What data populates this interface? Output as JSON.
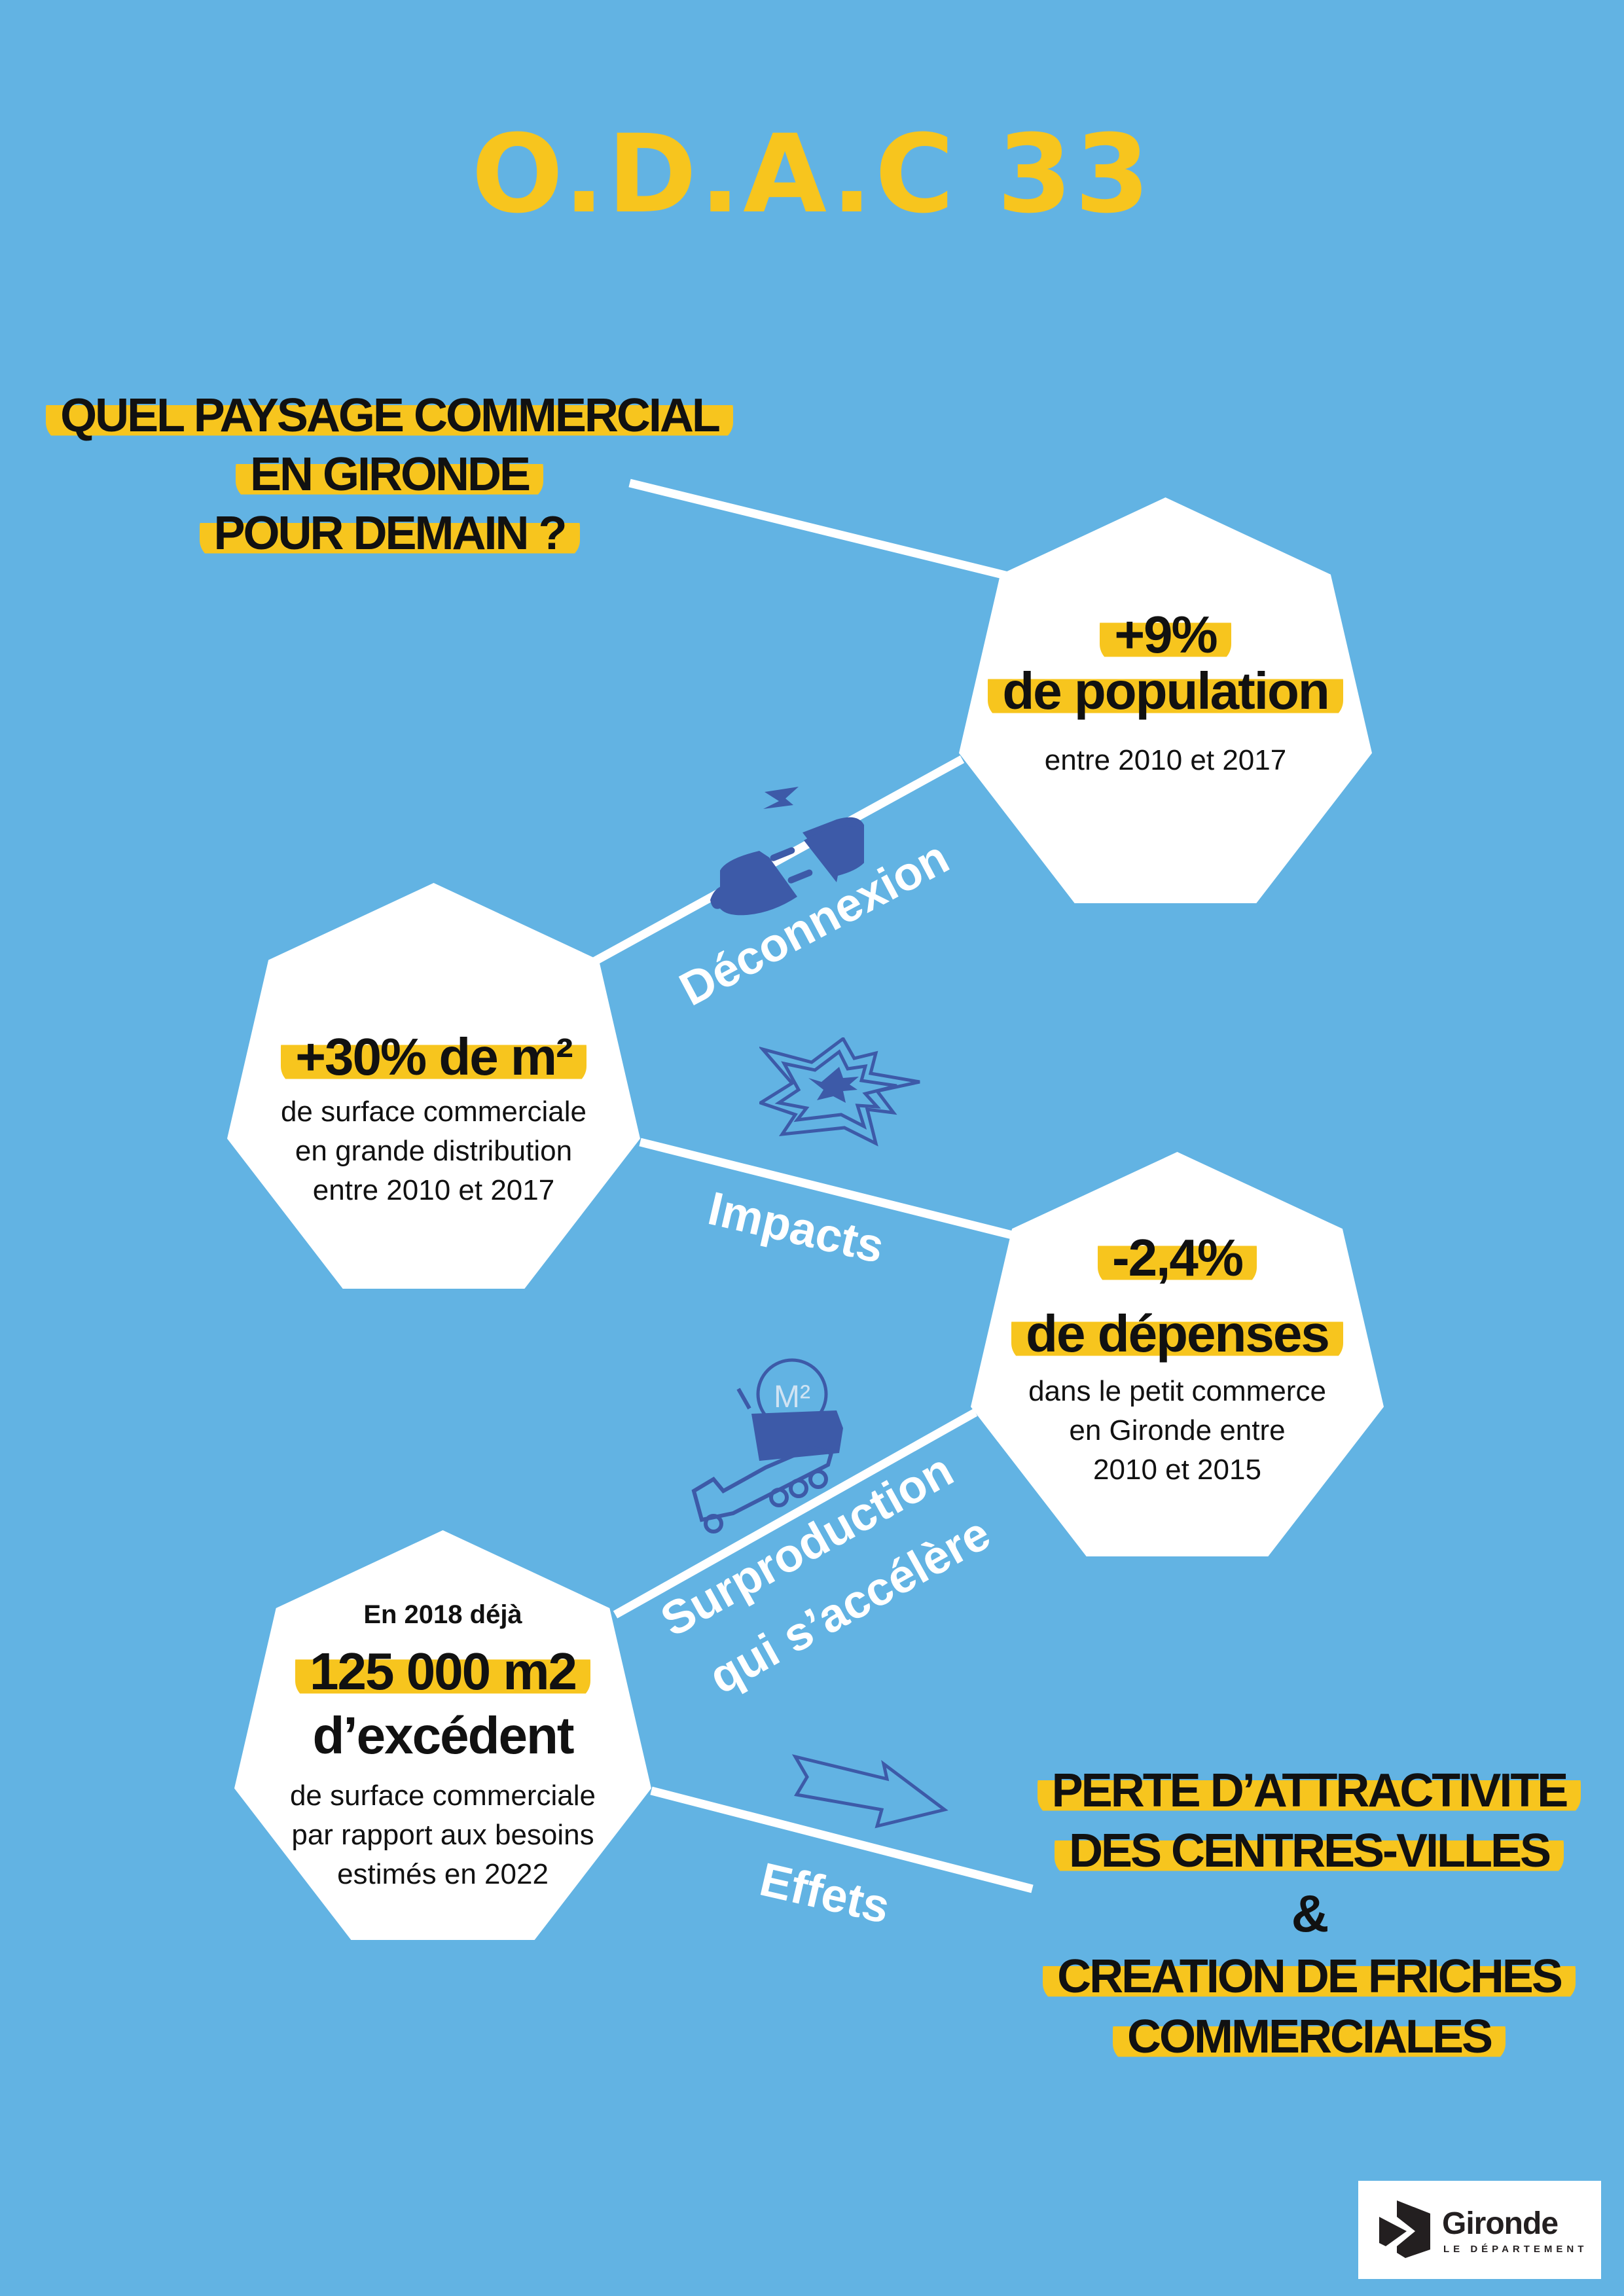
{
  "title": "O.D.A.C 33",
  "question": [
    "QUEL PAYSAGE COMMERCIAL",
    "EN GIRONDE",
    "POUR DEMAIN ?"
  ],
  "stats": [
    {
      "big": [
        "+9%",
        "de population"
      ],
      "small": [
        "entre 2010 et 2017"
      ]
    },
    {
      "big": [
        "+30% de m²"
      ],
      "small": [
        "de surface commerciale",
        "en grande distribution",
        "entre 2010 et 2017"
      ]
    },
    {
      "big": [
        "-2,4%",
        "de dépenses"
      ],
      "small": [
        "dans le petit commerce",
        "en Gironde entre",
        "2010 et 2015"
      ]
    },
    {
      "pre": "En 2018 déjà",
      "big": [
        "125 000 m2",
        "d’excédent"
      ],
      "small": [
        "de surface commerciale",
        "par rapport aux besoins",
        "estimés en 2022"
      ]
    }
  ],
  "labels": {
    "deconnexion": "Déconnexion",
    "impacts": "Impacts",
    "surproduction": "Surproduction",
    "accelere": "qui s’accélère",
    "effets": "Effets"
  },
  "truck_badge": "M²",
  "conclusion": [
    "PERTE D’ATTRACTIVITE",
    "DES CENTRES-VILLES",
    "&",
    "CREATION DE FRICHES",
    "COMMERCIALES"
  ],
  "logo": {
    "name": "Gironde",
    "sub": "LE DÉPARTEMENT"
  },
  "colors": {
    "background": "#62b3e3",
    "yellow": "#f7c51e",
    "icon": "#3d5aa8"
  }
}
